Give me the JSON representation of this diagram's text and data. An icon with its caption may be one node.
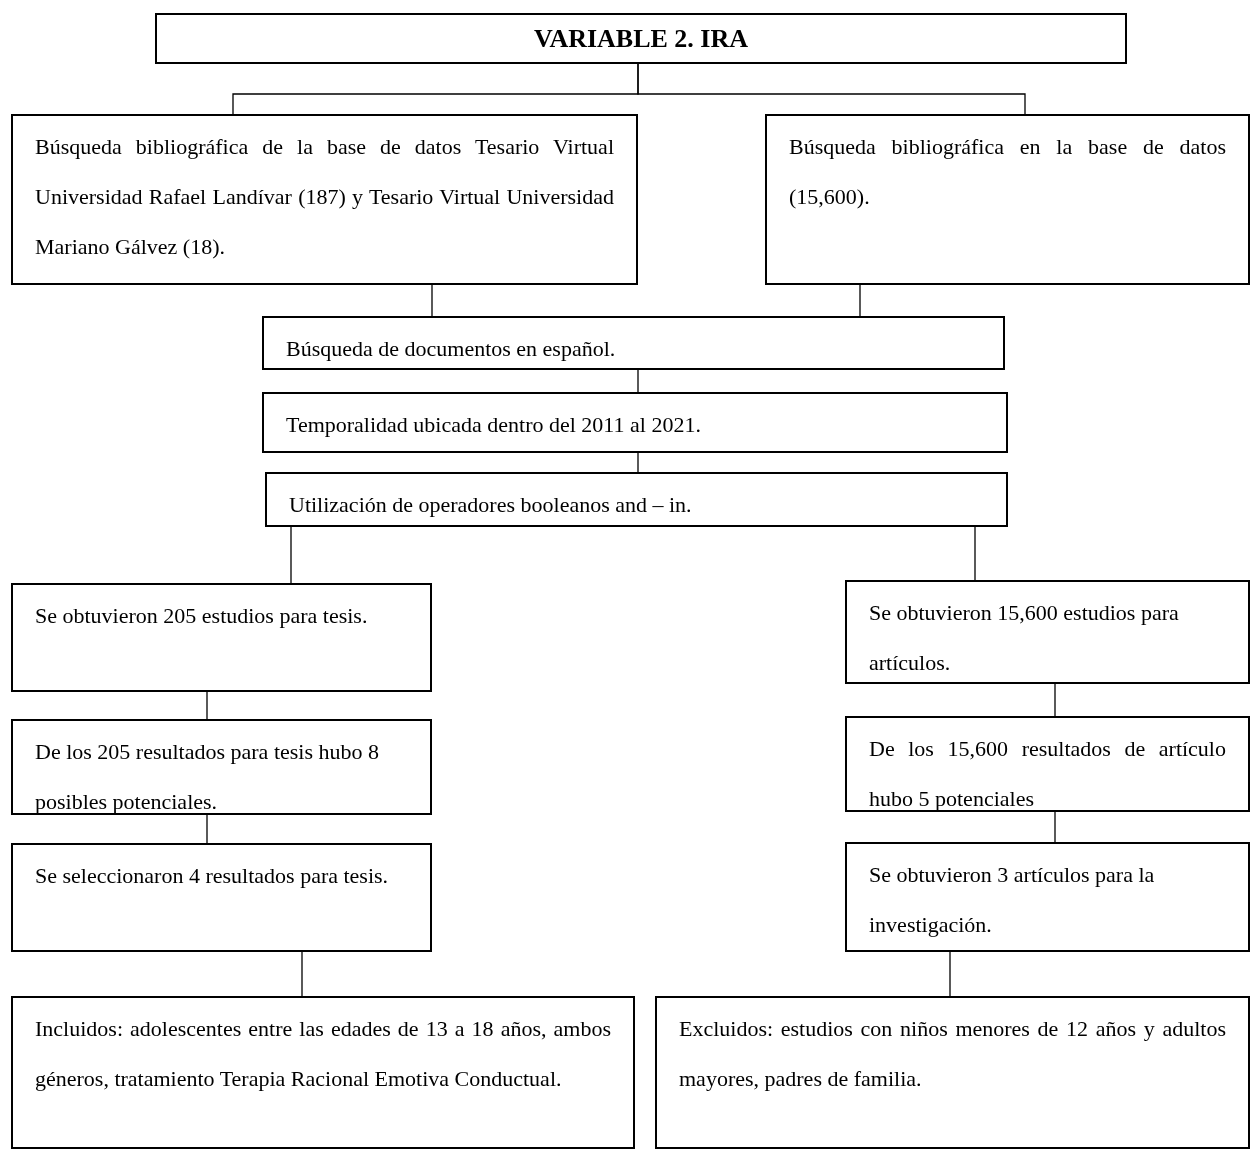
{
  "diagram": {
    "nodes": [
      {
        "text": [
          "VARIABLE 2. IRA"
        ]
      },
      {
        "text": [
          "Búsqueda bibliográfica de la base de datos Tesario Virtual Universidad Rafael Landívar (187) y Tesario Virtual Universidad Mariano Gálvez (18)."
        ]
      },
      {
        "text": [
          "Búsqueda bibliográfica en la base de datos (15,600)."
        ]
      },
      {
        "text": [
          "Búsqueda de documentos en español."
        ]
      },
      {
        "text": [
          "Temporalidad ubicada dentro del 2011 al 2021."
        ]
      },
      {
        "text": [
          "Utilización de operadores booleanos and – in."
        ]
      },
      {
        "text": [
          "Se obtuvieron 205 estudios para tesis."
        ]
      },
      {
        "text": [
          "Se obtuvieron 15,600 estudios para artículos."
        ]
      },
      {
        "text": [
          "De los 205 resultados para tesis hubo 8 posibles potenciales."
        ]
      },
      {
        "text": [
          "De los 15,600 resultados de artículo hubo 5 potenciales"
        ]
      },
      {
        "text": [
          "Se seleccionaron 4 resultados para tesis."
        ]
      },
      {
        "text": [
          "Se obtuvieron 3 artículos para la investigación."
        ]
      },
      {
        "text": [
          "Incluidos: adolescentes entre las edades de 13 a 18 años, ambos géneros, tratamiento Terapia Racional Emotiva Conductual."
        ]
      },
      {
        "text": [
          "Excluidos: estudios con niños menores de 12 años y adultos mayores, padres de familia."
        ]
      }
    ],
    "edges": [
      {
        "from": 0,
        "to": 1,
        "arrow": "none"
      },
      {
        "from": 0,
        "to": 2,
        "arrow": "none"
      },
      {
        "from": 1,
        "to": 3,
        "arrow": "none"
      },
      {
        "from": 2,
        "to": 3,
        "arrow": "none"
      },
      {
        "from": 3,
        "to": 4,
        "arrow": "none"
      },
      {
        "from": 4,
        "to": 5,
        "arrow": "none"
      },
      {
        "from": 5,
        "to": 6,
        "arrow": "none"
      },
      {
        "from": 5,
        "to": 7,
        "arrow": "none"
      },
      {
        "from": 6,
        "to": 8,
        "arrow": "none"
      },
      {
        "from": 7,
        "to": 9,
        "arrow": "none"
      },
      {
        "from": 8,
        "to": 10,
        "arrow": "none"
      },
      {
        "from": 9,
        "to": 11,
        "arrow": "none"
      },
      {
        "from": 10,
        "to": 12,
        "arrow": "none"
      },
      {
        "from": 11,
        "to": 13,
        "arrow": "none"
      }
    ]
  }
}
